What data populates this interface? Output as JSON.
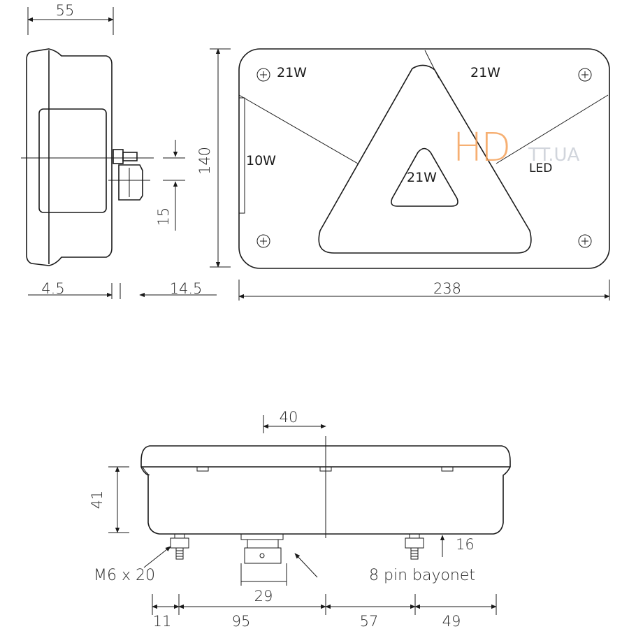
{
  "dimensions": {
    "side_width": "55",
    "side_height": "140",
    "connector_offset": "15",
    "left_margin": "4.5",
    "connector_depth": "14.5",
    "front_width": "238",
    "center_offset": "40",
    "bottom_height": "41",
    "stud_height": "16",
    "connector_width": "29",
    "dist_1": "11",
    "dist_2": "95",
    "dist_3": "57",
    "dist_4": "49"
  },
  "lamps": {
    "top_left": "21W",
    "top_right": "21W",
    "left": "10W",
    "center": "21W",
    "right": "LED"
  },
  "callouts": {
    "bolt": "M6 x 20",
    "connector": "8 pin bayonet"
  },
  "watermark": {
    "brand": "HD",
    "suffix": "TT.UA",
    "accent_color": "#f5a25a"
  }
}
